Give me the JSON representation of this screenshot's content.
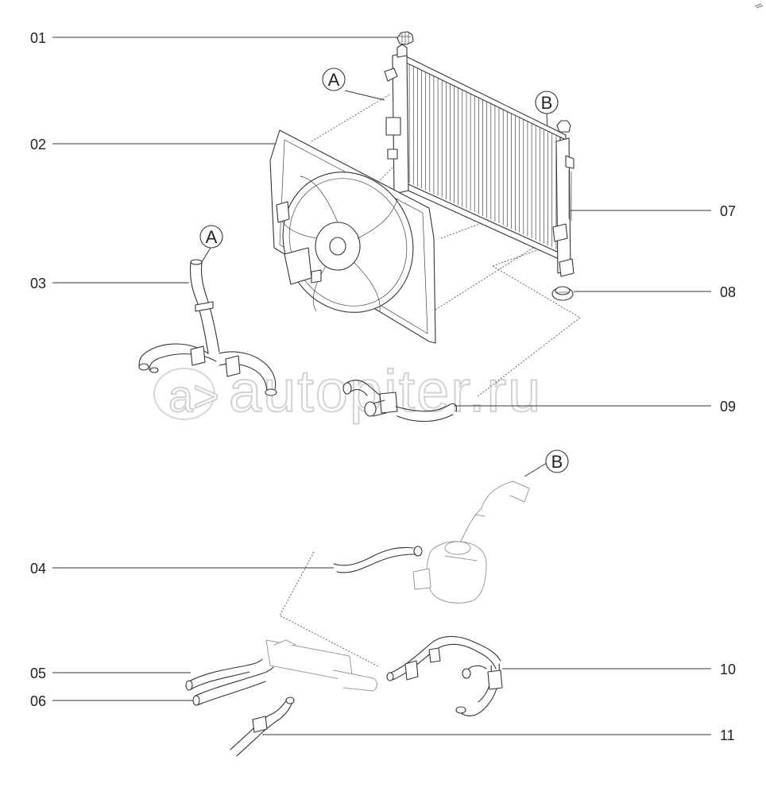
{
  "part_numbers": {
    "p01": "01",
    "p02": "02",
    "p03": "03",
    "p04": "04",
    "p05": "05",
    "p06": "06",
    "p07": "07",
    "p08": "08",
    "p09": "09",
    "p10": "10",
    "p11": "11"
  },
  "callouts": {
    "a_top": "A",
    "a_hose": "A",
    "b_radiator": "B",
    "b_reservoir": "B"
  },
  "watermark": {
    "text": "autopiter.ru"
  }
}
